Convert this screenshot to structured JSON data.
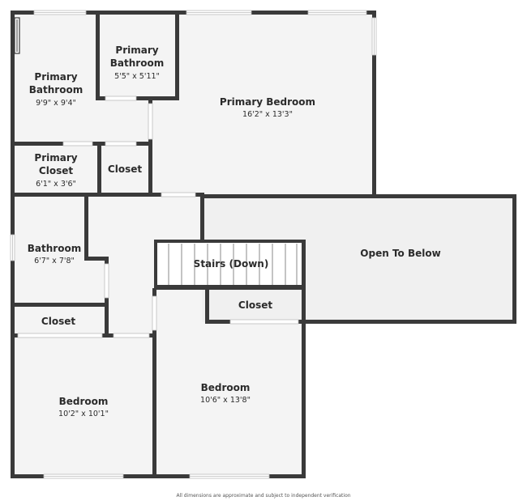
{
  "colors": {
    "wall": "#3a3a3a",
    "floor": "#f4f4f4",
    "open_area": "#f0f0f0",
    "window": "#ffffff",
    "window_line": "#bdbdbd",
    "stair_line": "#8a8a8a",
    "text": "#2b2b2b"
  },
  "rooms": {
    "primary_bath_large": {
      "name_line1": "Primary",
      "name_line2": "Bathroom",
      "dims": "9'9\" x 9'4\""
    },
    "primary_bath_small": {
      "name_line1": "Primary",
      "name_line2": "Bathroom",
      "dims": "5'5\" x 5'11\""
    },
    "primary_bedroom": {
      "name": "Primary Bedroom",
      "dims": "16'2\" x 13'3\""
    },
    "primary_closet": {
      "name_line1": "Primary",
      "name_line2": "Closet",
      "dims": "6'1\" x 3'6\""
    },
    "closet_upper": {
      "name": "Closet"
    },
    "bathroom": {
      "name": "Bathroom",
      "dims": "6'7\" x 7'8\""
    },
    "stairs": {
      "name": "Stairs (Down)"
    },
    "open_to_below": {
      "name": "Open To Below"
    },
    "closet_stairs": {
      "name": "Closet"
    },
    "closet_left": {
      "name": "Closet"
    },
    "bedroom_left": {
      "name": "Bedroom",
      "dims": "10'2\" x 10'1\""
    },
    "bedroom_center": {
      "name": "Bedroom",
      "dims": "10'6\" x 13'8\""
    }
  },
  "footnote": "All dimensions are approximate and subject to independent verification"
}
